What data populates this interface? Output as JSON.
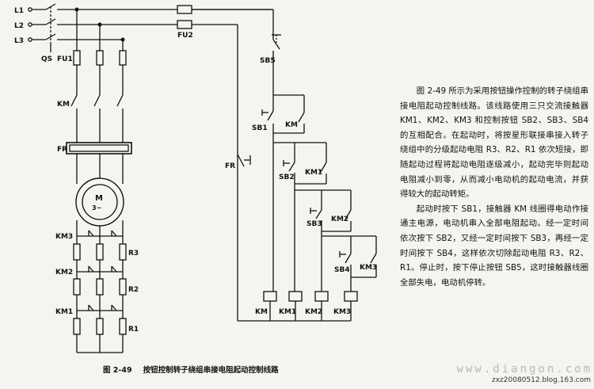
{
  "diagram": {
    "lines": {
      "l1": "L1",
      "l2": "L2",
      "l3": "L3"
    },
    "main_switch": "QS",
    "fuses": {
      "main": "FU1",
      "control": "FU2"
    },
    "main_contactor": "KM",
    "overload": "FR",
    "motor": {
      "name": "M",
      "phase": "3~"
    },
    "resistor_stages": [
      {
        "contactor": "KM3",
        "resistor": "R3"
      },
      {
        "contactor": "KM2",
        "resistor": "R2"
      },
      {
        "contactor": "KM1",
        "resistor": "R1"
      }
    ],
    "control": {
      "stop_button": "SB5",
      "overload_contact": "FR",
      "rungs": [
        {
          "button": "SB1",
          "aux": "KM",
          "coil": "KM"
        },
        {
          "button": "SB2",
          "aux": "KM1",
          "coil": "KM1"
        },
        {
          "button": "SB3",
          "aux": "KM2",
          "coil": "KM2"
        },
        {
          "button": "SB4",
          "aux": "KM3",
          "coil": "KM3"
        }
      ]
    }
  },
  "description": {
    "para1": "图 2-49 所示为采用按钮操作控制的转子绕组串接电阻起动控制线路。该线路使用三只交流接触器 KM1、KM2、KM3 和控制按钮 SB2、SB3、SB4 的互相配合。在起动时，将按星形联接串接入转子绕组中的分级起动电阻 R3、R2、R1 依次短接，即随起动过程将起动电阻逐级减小，起动完毕则起动电阻减小到零，从而减小电动机的起动电流，并获得较大的起动转矩。",
    "para2": "起动时按下 SB1，接触器 KM 线圈得电动作接通主电源，电动机串入全部电阻起动。经一定时间依次按下 SB2，又经一定时间按下 SB3，再经一定时间按下 SB4，这样依次切除起动电阻 R3、R2、R1。停止时，按下停止按钮 SB5，这时接触器线圈全部失电，电动机停转。"
  },
  "caption": {
    "number": "图 2-49",
    "title": "按钮控制转子绕组串接电阻起动控制线路"
  },
  "watermark": "www.diangon.com",
  "source": "zxz20080512.blog.163.com"
}
